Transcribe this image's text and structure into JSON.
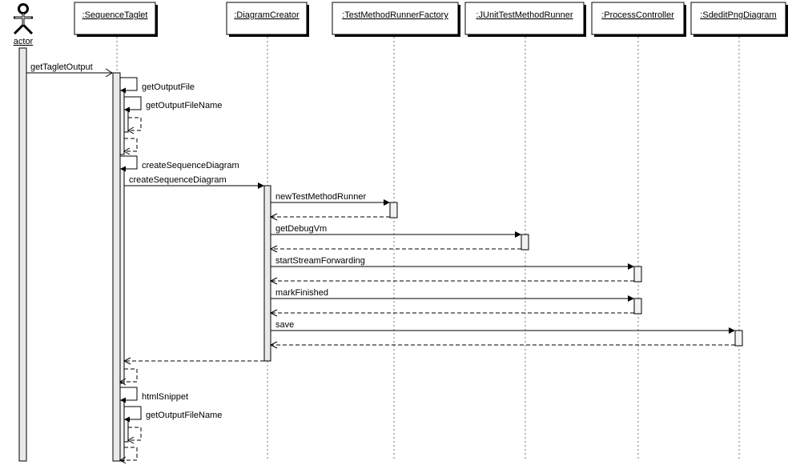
{
  "actor": {
    "label": "actor"
  },
  "objects": [
    {
      "id": "sequence-taglet",
      "label": ":SequenceTaglet"
    },
    {
      "id": "diagram-creator",
      "label": ":DiagramCreator"
    },
    {
      "id": "test-method-runner-factory",
      "label": ":TestMethodRunnerFactory"
    },
    {
      "id": "junit-test-method-runner",
      "label": ":JUnitTestMethodRunner"
    },
    {
      "id": "process-controller",
      "label": ":ProcessController"
    },
    {
      "id": "sdedit-png-diagram",
      "label": ":SdeditPngDiagram"
    }
  ],
  "messages": [
    {
      "id": "get-taglet-output",
      "label": "getTagletOutput"
    },
    {
      "id": "get-output-file",
      "label": "getOutputFile"
    },
    {
      "id": "get-output-file-name-1",
      "label": "getOutputFileName"
    },
    {
      "id": "create-sequence-diagram-self",
      "label": "createSequenceDiagram"
    },
    {
      "id": "create-sequence-diagram-call",
      "label": "createSequenceDiagram"
    },
    {
      "id": "new-test-method-runner",
      "label": "newTestMethodRunner"
    },
    {
      "id": "get-debug-vm",
      "label": "getDebugVm"
    },
    {
      "id": "start-stream-forwarding",
      "label": "startStreamForwarding"
    },
    {
      "id": "mark-finished",
      "label": "markFinished"
    },
    {
      "id": "save",
      "label": "save"
    },
    {
      "id": "html-snippet",
      "label": "htmlSnippet"
    },
    {
      "id": "get-output-file-name-2",
      "label": "getOutputFileName"
    }
  ]
}
